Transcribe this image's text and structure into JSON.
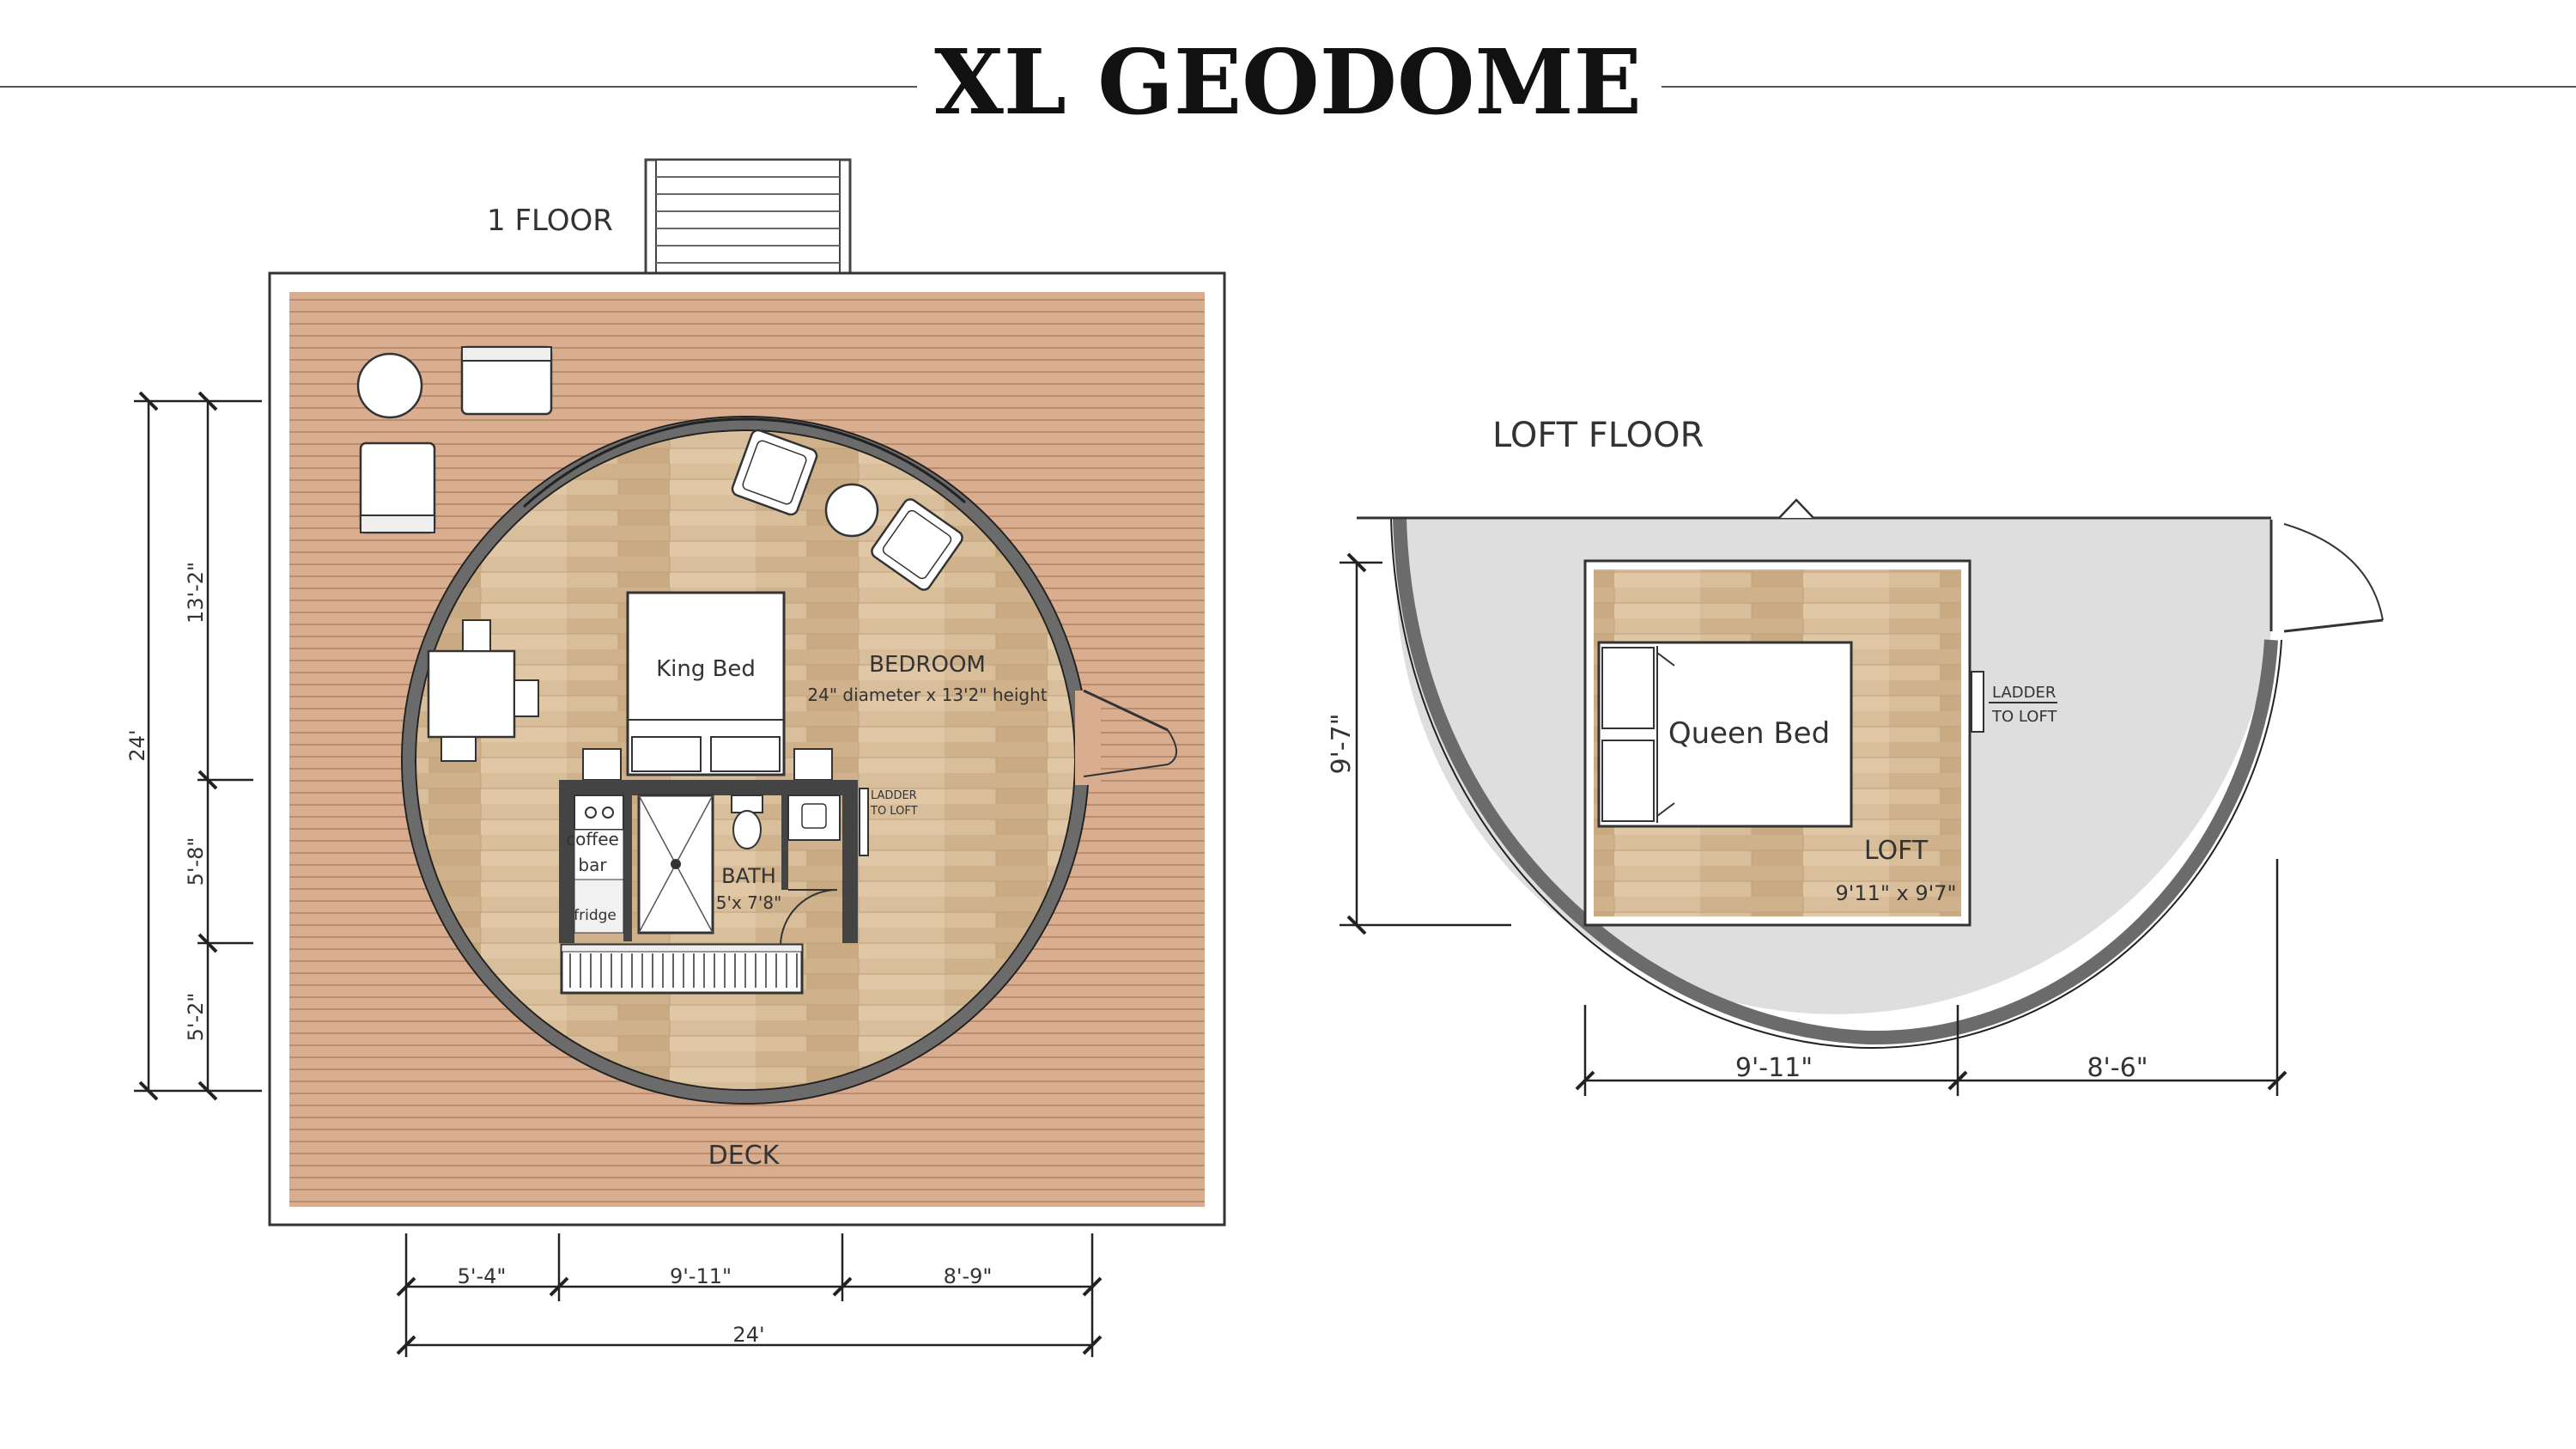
{
  "title": "XL GEODOME",
  "ground_floor": {
    "label": "1 FLOOR",
    "deck_label": "DECK",
    "bedroom_label": "BEDROOM",
    "bedroom_spec": "24\" diameter x 13'2\" height",
    "king_bed_label": "King Bed",
    "bath_label": "BATH",
    "bath_size": "5'x 7'8\"",
    "coffee_bar_line1": "coffee",
    "coffee_bar_line2": "bar",
    "fridge_label": "fridge",
    "ladder_line1": "LADDER",
    "ladder_line2": "TO LOFT",
    "dim_left_total": "24'",
    "dim_left_top": "13'-2\"",
    "dim_left_mid": "5'-8\"",
    "dim_left_bottom": "5'-2\"",
    "dim_bottom_a": "5'-4\"",
    "dim_bottom_b": "9'-11\"",
    "dim_bottom_c": "8'-9\"",
    "dim_bottom_total": "24'"
  },
  "loft_floor": {
    "label": "LOFT FLOOR",
    "queen_bed_label": "Queen Bed",
    "loft_label": "LOFT",
    "loft_size": "9'11\" x 9'7\"",
    "ladder_line1": "LADDER",
    "ladder_line2": "TO LOFT",
    "dim_left": "9'-7\"",
    "dim_bottom_a": "9'-11\"",
    "dim_bottom_b": "8'-6\""
  },
  "colors": {
    "deck": "#d9ad8f",
    "deck_line": "#b98c6c",
    "wood": "#d6bc98",
    "wall": "#6b6b6b",
    "loft_floor": "#dedede",
    "line": "#222222"
  }
}
